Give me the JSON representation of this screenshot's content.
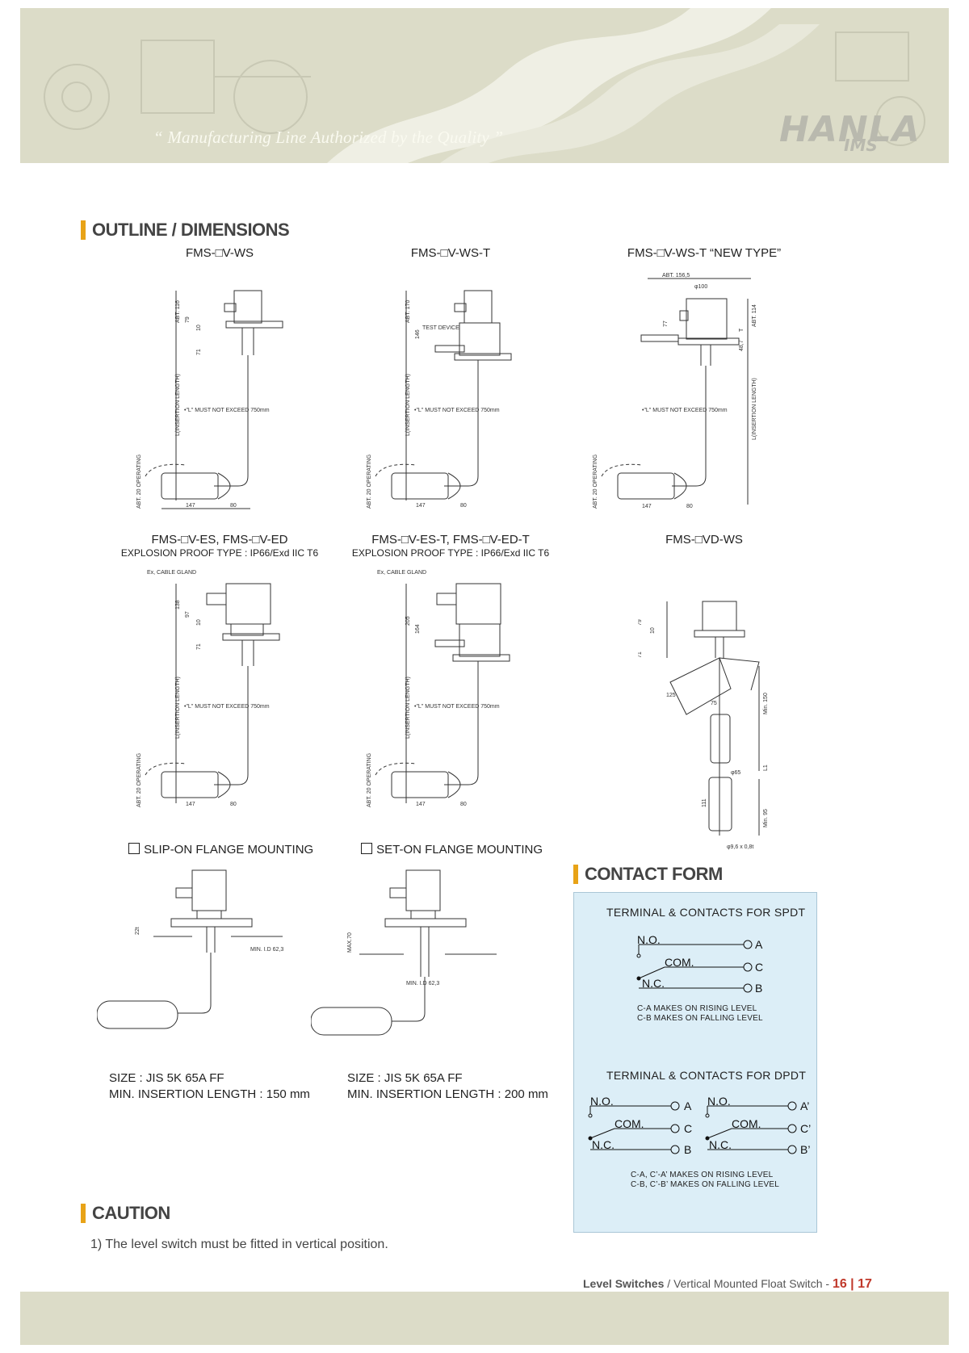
{
  "header": {
    "tagline": "“ Manufacturing Line Authorized by the Quality ”",
    "brand": "HANLA",
    "brand_sub": "IMS"
  },
  "sections": {
    "outline": "OUTLINE / DIMENSIONS",
    "contact": "CONTACT FORM",
    "caution": "CAUTION"
  },
  "models": {
    "m1": "FMS-□V-WS",
    "m2": "FMS-□V-WS-T",
    "m3": "FMS-□V-WS-T “NEW TYPE”",
    "m4": "FMS-□V-ES, FMS-□V-ED",
    "m4_sub": "EXPLOSION PROOF TYPE : IP66/Exd IIC T6",
    "m5": "FMS-□V-ES-T, FMS-□V-ED-T",
    "m5_sub": "EXPLOSION PROOF TYPE : IP66/Exd IIC T6",
    "m6": "FMS-□VD-WS"
  },
  "drawing_labels": {
    "abt116": "ABT. 116",
    "abt170": "ABT. 170",
    "abt114": "ABT. 114",
    "abt1565": "ABT. 156,5",
    "phi100": "φ100",
    "d79": "79",
    "d10": "10",
    "d71": "71",
    "d146": "146",
    "d77": "77",
    "d487": "48,7",
    "dT": "T",
    "test_device": "TEST DEVICE",
    "insertion": "L(INSERTION LENGTH)",
    "note_l": "•\"L\" MUST NOT EXCEED 750mm",
    "operating": "ABT. 20 OPERATING",
    "d147": "147",
    "d80": "80",
    "cable_gland": "Ex, CABLE GLAND",
    "d138": "138",
    "d97": "97",
    "d205": "205",
    "d164": "164",
    "d125": "125",
    "d75": "75",
    "min150": "Min. 150",
    "l1": "L1",
    "phi65": "φ65",
    "d111": "111",
    "min95": "Min. 95",
    "rod": "φ9,6 x 0,8t",
    "d22": "22t",
    "minid": "MIN. I.D 62,3",
    "max70": "MAX.70"
  },
  "mounting": {
    "slip_title": "SLIP-ON FLANGE MOUNTING",
    "set_title": "SET-ON FLANGE MOUNTING",
    "slip_size": "SIZE : JIS 5K 65A FF",
    "slip_min": "MIN. INSERTION LENGTH : 150 mm",
    "set_size": "SIZE : JIS 5K 65A FF",
    "set_min": "MIN. INSERTION LENGTH : 200 mm"
  },
  "contact_form": {
    "spdt_title": "TERMINAL  &  CONTACTS  FOR  SPDT",
    "no": "N.O.",
    "com": "COM.",
    "nc": "N.C.",
    "a": "A",
    "c": "C",
    "b": "B",
    "a2": "A’",
    "c2": "C’",
    "b2": "B’",
    "spdt_note1": "C-A  MAKES  ON  RISING  LEVEL",
    "spdt_note2": "C-B  MAKES  ON  FALLING  LEVEL",
    "dpdt_title": "TERMINAL  &  CONTACTS  FOR  DPDT",
    "dpdt_note1": "C-A,  C’-A’  MAKES  ON  RISING  LEVEL",
    "dpdt_note2": "C-B,  C’-B’  MAKES  ON  FALLING  LEVEL"
  },
  "caution_text": "1) The level switch must be fitted in vertical position.",
  "footer": {
    "category": "Level Switches",
    "sep": " / ",
    "subject": "Vertical Mounted Float Switch - ",
    "pages": "16 | 17"
  },
  "colors": {
    "banner": "#dcdcc8",
    "accent": "#e8a317",
    "contact_bg": "#dceef7",
    "page_num": "#c0392b"
  }
}
